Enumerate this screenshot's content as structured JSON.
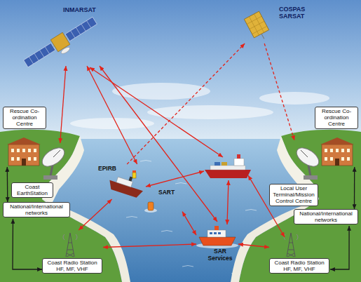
{
  "diagram": {
    "nodes": [
      {
        "text": [
          "INMARSAT"
        ]
      },
      {
        "text": [
          "COSPAS SARSAT"
        ]
      },
      {
        "text": [
          "Rescue Co-ordination Centre"
        ]
      },
      {
        "text": [
          "Rescue Co-ordination Centre"
        ]
      },
      {
        "text": [
          "Coast EarthStation"
        ]
      },
      {
        "text": [
          "EPIRB"
        ]
      },
      {
        "text": [
          "Local User Terminal/Mission Control Centre"
        ]
      },
      {
        "text": [
          "National/International networks"
        ]
      },
      {
        "text": [
          "National/International networks"
        ]
      },
      {
        "text": [
          "SART"
        ]
      },
      {
        "text": [
          "SAR Services"
        ]
      },
      {
        "text": [
          "Coast Radio Station HF, MF, VHF"
        ]
      },
      {
        "text": [
          "Coast Radio Station HF, MF, VHF"
        ]
      }
    ],
    "edges": [
      {
        "from": 0,
        "to": 4,
        "arrow": "both"
      },
      {
        "from": 0,
        "to": 5,
        "arrow": "both"
      },
      {
        "from": 0,
        "to": 10,
        "arrow": "both"
      },
      {
        "from": 5,
        "to": 1,
        "arrow": "to"
      },
      {
        "from": 1,
        "to": 6,
        "arrow": "to"
      },
      {
        "from": 2,
        "to": 7,
        "arrow": "both"
      },
      {
        "from": 7,
        "to": 11,
        "arrow": "both"
      },
      {
        "from": 3,
        "to": 8,
        "arrow": "both"
      },
      {
        "from": 8,
        "to": 12,
        "arrow": "both"
      },
      {
        "from": 11,
        "to": 10,
        "arrow": "both"
      },
      {
        "from": 11,
        "to": 5,
        "arrow": "both"
      },
      {
        "from": 12,
        "to": 10,
        "arrow": "both"
      },
      {
        "from": 9,
        "to": 10,
        "arrow": "both"
      }
    ]
  }
}
